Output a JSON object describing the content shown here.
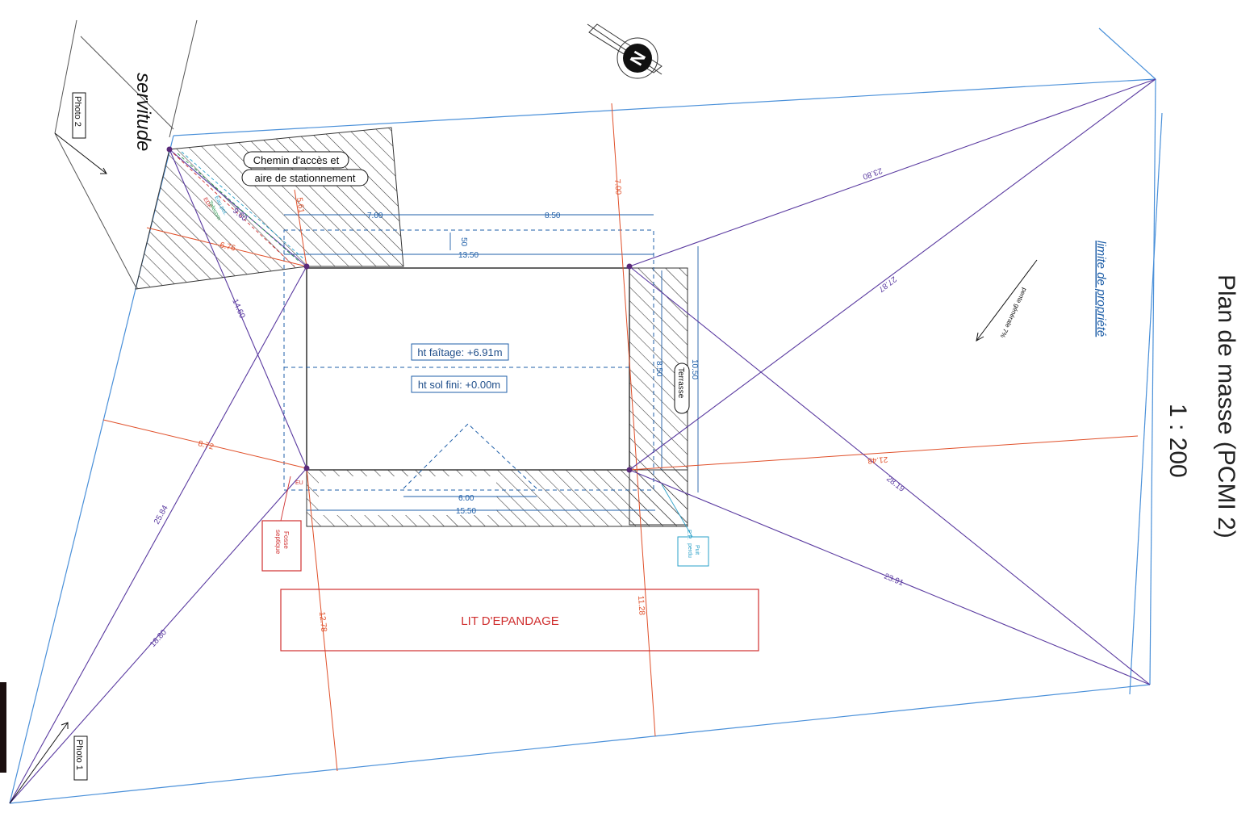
{
  "title": {
    "line1": "Plan de masse (PCMI 2)",
    "line2": "1 : 200"
  },
  "labels": {
    "servitude": "servitude",
    "photo1": "Photo 1",
    "photo2": "Photo 2",
    "limite": "limite de propriété",
    "pente": "pente générale 7%",
    "chemin_line1": "Chemin d'accès et",
    "chemin_line2": "aire de stationnement",
    "ht_faitage": "ht faîtage: +6.91m",
    "ht_sol": "ht sol fini: +0.00m",
    "terrasse": "Terrasse",
    "lit": "LIT D'EPANDAGE",
    "fosse_line1": "Fosse",
    "fosse_line2": "septique",
    "puit_line1": "Puit",
    "puit_line2": "perdu",
    "eu": "EU",
    "ep": "E.P.",
    "edf": "EDF",
    "telecom": "Telecom",
    "eau": "Eau pot.",
    "north": "N"
  },
  "dimensions": {
    "d_7_00_top": "7.00",
    "d_8_50": "8.50",
    "d_50": "50",
    "d_13_50": "13.50",
    "d_15_50": "15.50",
    "d_6_00": "6.00",
    "d_10_50": "10.50",
    "d_8_50_b": "8.50",
    "d_7_00_vert": "7.00",
    "d_5_61": "5.61",
    "d_6_76": "6.76",
    "d_8_72": "8.72",
    "d_12_78": "12.78",
    "d_11_28": "11.28",
    "d_21_48": "21.48",
    "d_14_60": "14.60",
    "d_25_84": "25.84",
    "d_18_80": "18.80",
    "d_23_80": "23.80",
    "d_27_87": "27.87",
    "d_28_19": "28.19",
    "d_23_91": "23.91",
    "d_9_60": "9.60"
  },
  "colors": {
    "property": "#4a90d9",
    "orange_dims": "#e0502a",
    "purple_dims": "#5a3aa0",
    "blue_dims": "#1f5fa8",
    "red_zones": "#d03030",
    "cyan": "#2aa0c8"
  }
}
